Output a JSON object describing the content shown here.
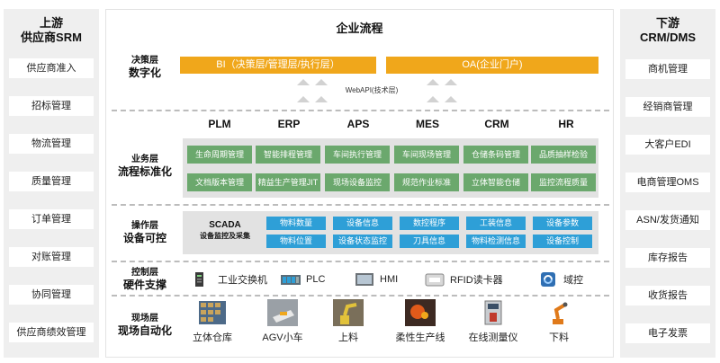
{
  "left_panel": {
    "title_line1": "上游",
    "title_line2": "供应商SRM",
    "items": [
      "供应商准入",
      "招标管理",
      "物流管理",
      "质量管理",
      "订单管理",
      "对账管理",
      "协同管理",
      "供应商绩效管理"
    ]
  },
  "right_panel": {
    "title_line1": "下游",
    "title_line2": "CRM/DMS",
    "items": [
      "商机管理",
      "经销商管理",
      "大客户EDI",
      "电商管理OMS",
      "ASN/发货通知",
      "库存报告",
      "收货报告",
      "电子发票"
    ]
  },
  "center": {
    "title": "企业流程",
    "decision": {
      "label1": "决策层",
      "label2": "数字化",
      "bi": "BI（决策层/管理层/执行层）",
      "oa": "OA(企业门户)",
      "webapi": "WebAPI(技术层)"
    },
    "business": {
      "label1": "业务层",
      "label2": "流程标准化",
      "systems": [
        "PLM",
        "ERP",
        "APS",
        "MES",
        "CRM",
        "HR"
      ],
      "row1": [
        "生命周期管理",
        "智能排程管理",
        "车间执行管理",
        "车间现场管理",
        "仓储条码管理",
        "品质抽样检验"
      ],
      "row2": [
        "文档版本管理",
        "精益生产管理JIT",
        "现场设备监控",
        "规范作业标准",
        "立体智能仓储",
        "监控流程质量"
      ]
    },
    "operation": {
      "label1": "操作层",
      "label2": "设备可控",
      "scada_title": "SCADA",
      "scada_sub": "设备监控及采集",
      "row1": [
        "物料数量",
        "设备信息",
        "数控程序",
        "工装信息",
        "设备参数"
      ],
      "row2": [
        "物料位置",
        "设备状态监控",
        "刀具信息",
        "物料检测信息",
        "设备控制"
      ]
    },
    "control": {
      "label1": "控制层",
      "label2": "硬件支撑",
      "items": [
        "工业交换机",
        "PLC",
        "HMI",
        "RFID读卡器",
        "域控"
      ]
    },
    "field": {
      "label1": "现场层",
      "label2": "现场自动化",
      "items": [
        "立体仓库",
        "AGV小车",
        "上料",
        "柔性生产线",
        "在线测量仪",
        "下料"
      ]
    }
  },
  "colors": {
    "orange": "#f0a71b",
    "green": "#6ba86d",
    "blue": "#2e9fd7",
    "panel": "#efefef"
  }
}
